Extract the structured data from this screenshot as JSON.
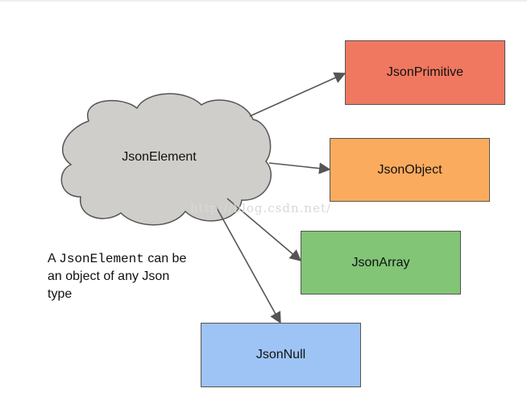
{
  "colors": {
    "primitive_fill": "#f07860",
    "object_fill": "#fbab5e",
    "array_fill": "#82c577",
    "null_fill": "#9ec4f5",
    "cloud_fill": "#d0cecb",
    "outline": "#555555",
    "arrow": "#555555"
  },
  "cloud": {
    "label": "JsonElement"
  },
  "boxes": {
    "primitive": "JsonPrimitive",
    "object": "JsonObject",
    "array": "JsonArray",
    "null": "JsonNull"
  },
  "caption": {
    "prefix": "A ",
    "code": "JsonElement",
    "line1_suffix": " can be",
    "line2": "an object of any Json",
    "line3": "type"
  },
  "watermark": "http://blog.csdn.net/"
}
